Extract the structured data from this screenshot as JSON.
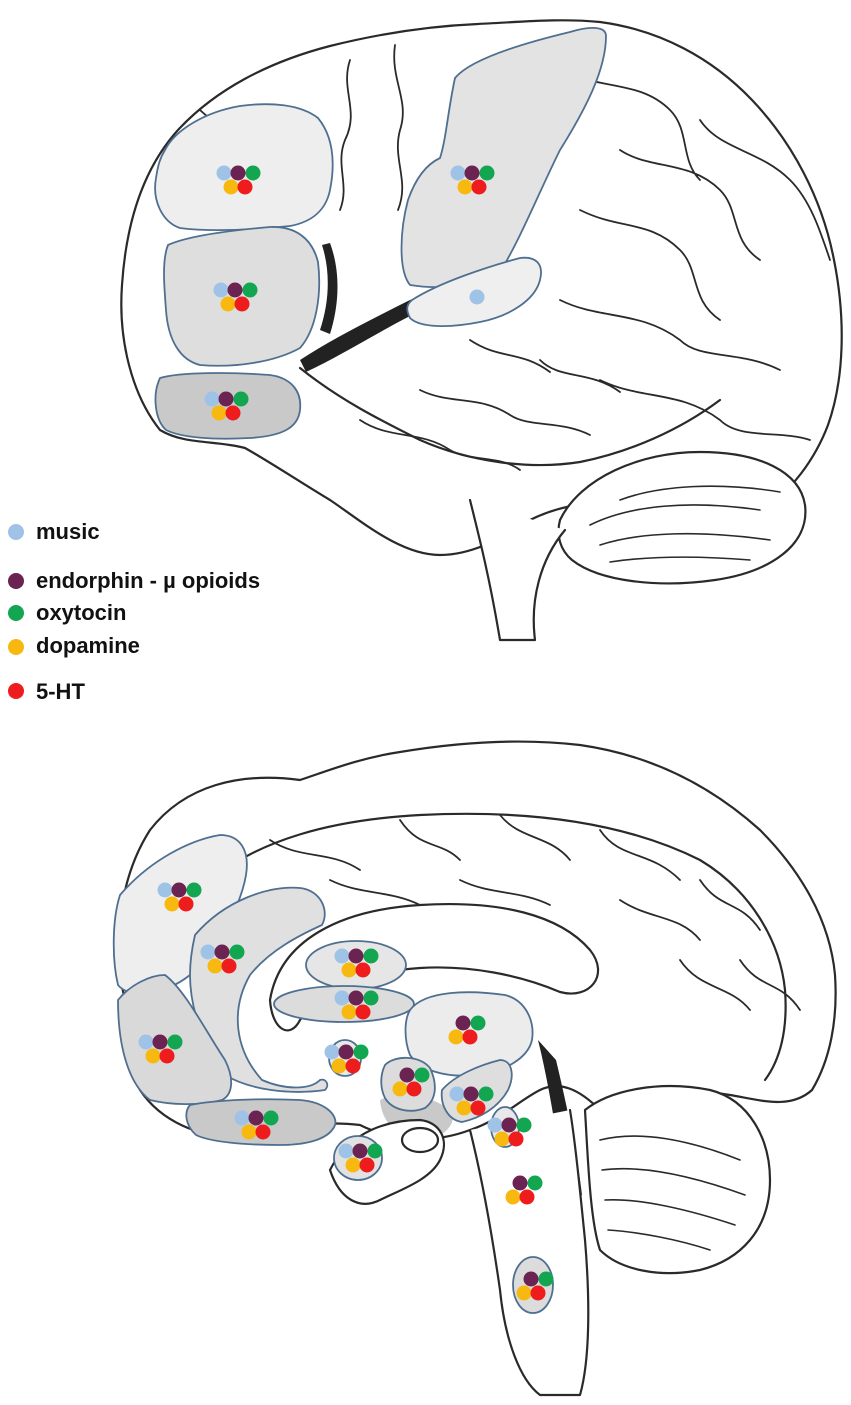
{
  "legend": {
    "items": [
      {
        "key": "music",
        "label": "music",
        "color": "#9fc3e6"
      },
      {
        "key": "endorphin",
        "label": "endorphin - µ opioids",
        "color": "#6b2451"
      },
      {
        "key": "oxytocin",
        "label": "oxytocin",
        "color": "#13a651"
      },
      {
        "key": "dopamine",
        "label": "dopamine",
        "color": "#f7b90f"
      },
      {
        "key": "serotonin",
        "label": "5-HT",
        "color": "#ee1c1c"
      }
    ]
  },
  "colors": {
    "outline": "#2a2a2a",
    "region_stroke": "#4f6f90",
    "region_light": "#eeeeee",
    "region_mid": "#dedede",
    "region_dark": "#c9c9c9",
    "dark_tissue": "#222222"
  },
  "diagrams": {
    "lateral_view": {
      "regions": [
        {
          "name": "dorsolateral-prefrontal-region",
          "markers": [
            "music",
            "endorphin",
            "oxytocin",
            "dopamine",
            "serotonin"
          ]
        },
        {
          "name": "ventrolateral-prefrontal-region",
          "markers": [
            "music",
            "endorphin",
            "oxytocin",
            "dopamine",
            "serotonin"
          ]
        },
        {
          "name": "orbitofrontal-region",
          "markers": [
            "music",
            "endorphin",
            "oxytocin",
            "dopamine",
            "serotonin"
          ]
        },
        {
          "name": "sensorimotor-region",
          "markers": [
            "music",
            "endorphin",
            "oxytocin",
            "dopamine",
            "serotonin"
          ]
        },
        {
          "name": "auditory-cortex-region",
          "markers": [
            "music"
          ]
        }
      ]
    },
    "medial_view": {
      "regions": [
        {
          "name": "medial-prefrontal-region",
          "markers": [
            "music",
            "endorphin",
            "oxytocin",
            "dopamine",
            "serotonin"
          ]
        },
        {
          "name": "anterior-cingulate-region",
          "markers": [
            "music",
            "endorphin",
            "oxytocin",
            "dopamine",
            "serotonin"
          ]
        },
        {
          "name": "ventromedial-prefrontal-region",
          "markers": [
            "music",
            "endorphin",
            "oxytocin",
            "dopamine",
            "serotonin"
          ]
        },
        {
          "name": "medial-orbitofrontal-region",
          "markers": [
            "music",
            "endorphin",
            "oxytocin",
            "dopamine",
            "serotonin"
          ]
        },
        {
          "name": "upper-striatal-region",
          "markers": [
            "music",
            "endorphin",
            "oxytocin",
            "dopamine",
            "serotonin"
          ]
        },
        {
          "name": "lower-striatal-region",
          "markers": [
            "music",
            "endorphin",
            "oxytocin",
            "dopamine",
            "serotonin"
          ]
        },
        {
          "name": "thalamus-region",
          "markers": [
            "endorphin",
            "oxytocin",
            "dopamine",
            "serotonin"
          ]
        },
        {
          "name": "nucleus-accumbens-region",
          "markers": [
            "music",
            "endorphin",
            "oxytocin",
            "dopamine",
            "serotonin"
          ]
        },
        {
          "name": "hypothalamus-region",
          "markers": [
            "endorphin",
            "oxytocin",
            "dopamine",
            "serotonin"
          ]
        },
        {
          "name": "amygdala-region",
          "markers": [
            "music",
            "endorphin",
            "oxytocin",
            "dopamine",
            "serotonin"
          ]
        },
        {
          "name": "ventral-tegmental-region",
          "markers": [
            "music",
            "endorphin",
            "oxytocin",
            "dopamine",
            "serotonin"
          ]
        },
        {
          "name": "midbrain-region",
          "markers": [
            "music",
            "endorphin",
            "oxytocin",
            "dopamine",
            "serotonin"
          ]
        },
        {
          "name": "pons-region",
          "markers": [
            "endorphin",
            "oxytocin",
            "dopamine",
            "serotonin"
          ]
        },
        {
          "name": "medulla-region",
          "markers": [
            "endorphin",
            "oxytocin",
            "dopamine",
            "serotonin"
          ]
        }
      ]
    }
  }
}
